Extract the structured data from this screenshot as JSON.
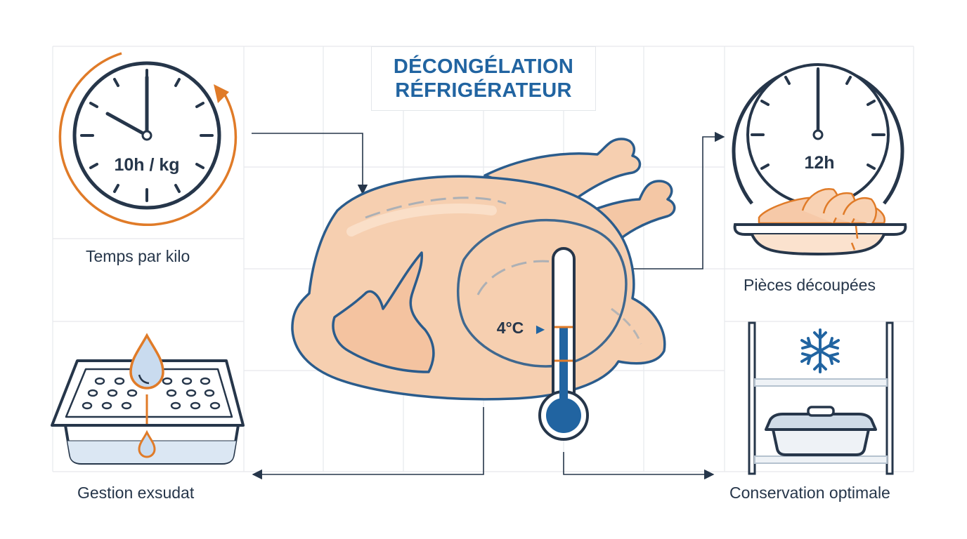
{
  "title": {
    "line1": "DÉCONGÉLATION",
    "line2": "RÉFRIGÉRATEUR"
  },
  "panels": {
    "time_per_kilo": {
      "clock_text": "10h / kg",
      "label": "Temps par kilo"
    },
    "cut_pieces": {
      "clock_text": "12h",
      "label": "Pièces découpées"
    },
    "exudate": {
      "label": "Gestion exsudat"
    },
    "storage": {
      "label": "Conservation optimale"
    }
  },
  "thermometer": {
    "temperature": "4°C",
    "marker": "▶"
  },
  "colors": {
    "navy": "#26364a",
    "blue": "#2164a1",
    "orange": "#e07b28",
    "skin": "#f6cfb0",
    "grid": "#e3e6ea"
  },
  "icons": [
    "clock-icon",
    "poultry-icon",
    "thermometer-icon",
    "tray-icon",
    "drop-icon",
    "plate-icon",
    "snowflake-icon",
    "fridge-shelf-icon",
    "container-icon"
  ]
}
